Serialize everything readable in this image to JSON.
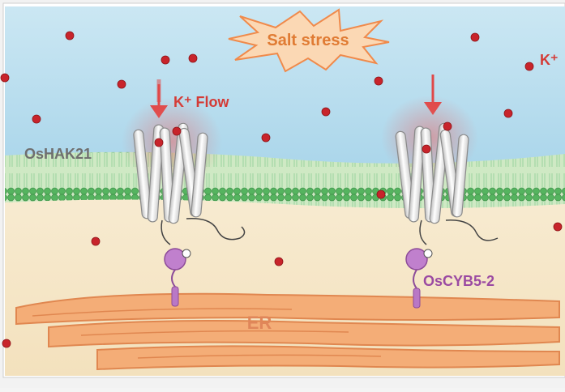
{
  "labels": {
    "stress": "Salt stress",
    "flow": "K⁺ Flow",
    "ion": "K⁺",
    "protein_left": "OsHAK21",
    "protein_right": "OsCYB5-2",
    "organelle": "ER"
  },
  "colors": {
    "background_top": "#bfe0ee",
    "background_bottom": "#f6e7c8",
    "membrane": "#5fbf64",
    "ion": "#c8242b",
    "arrow": "#e04848",
    "star_fill": "#fbd6b0",
    "star_stroke": "#f08a4b",
    "label_red": "#d43a35",
    "label_gray": "#6f6f6f",
    "label_purple": "#9b4aa2",
    "er": "#f2a46a",
    "cytochrome": "#b978c6"
  },
  "icons": [
    "starburst-icon",
    "down-arrow-icon",
    "helix-barrel-icon",
    "cytochrome-icon"
  ]
}
